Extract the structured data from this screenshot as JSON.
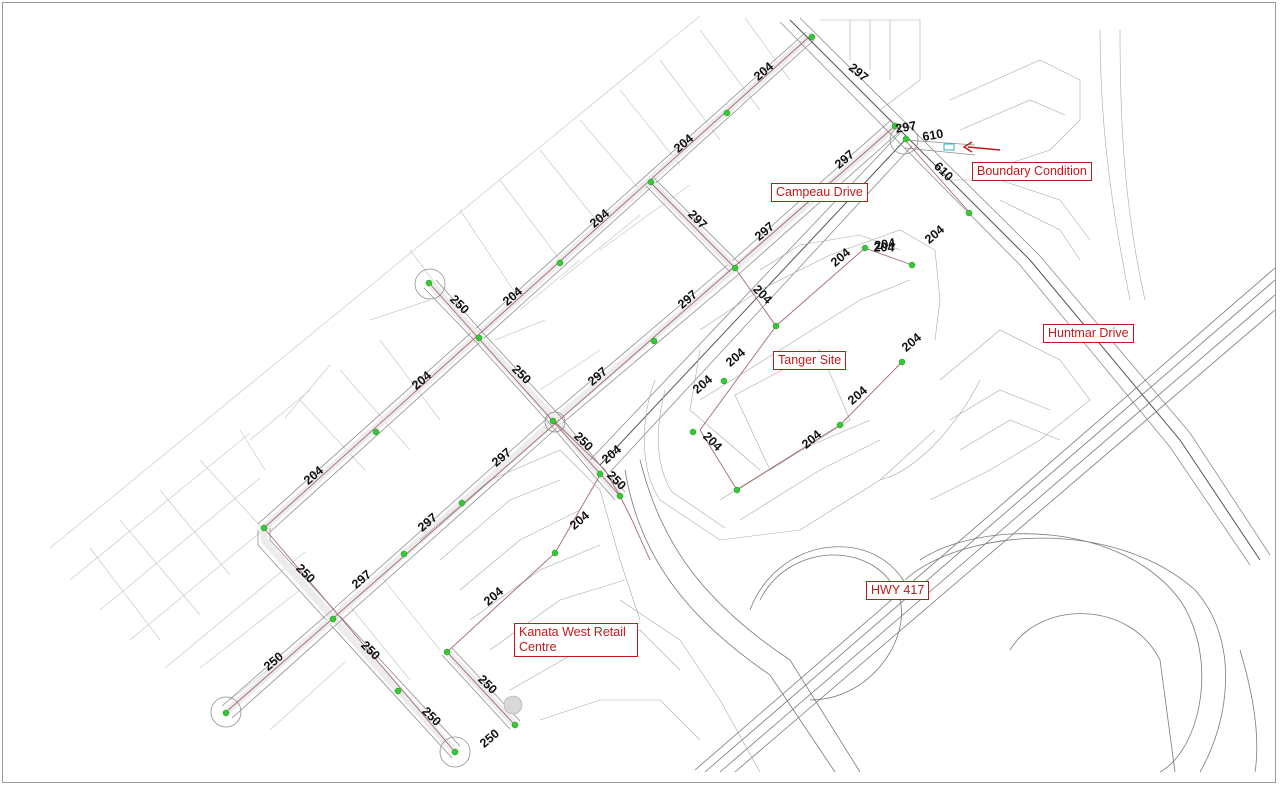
{
  "map": {
    "labels": {
      "boundary_condition": "Boundary Condition",
      "campeau_drive": "Campeau Drive",
      "huntmar_drive": "Huntmar Drive",
      "tanger_site": "Tanger Site",
      "hwy_417": "HWY 417",
      "kanata_west_retail": "Kanata West Retail\nCentre"
    },
    "pipe_sizes": [
      {
        "text": "204"
      },
      {
        "text": "204"
      },
      {
        "text": "204"
      },
      {
        "text": "204"
      },
      {
        "text": "204"
      },
      {
        "text": "204"
      },
      {
        "text": "204"
      },
      {
        "text": "204"
      },
      {
        "text": "204"
      },
      {
        "text": "204"
      },
      {
        "text": "204"
      },
      {
        "text": "204"
      },
      {
        "text": "204"
      },
      {
        "text": "204"
      },
      {
        "text": "204"
      },
      {
        "text": "204"
      },
      {
        "text": "204"
      },
      {
        "text": "204"
      },
      {
        "text": "204"
      },
      {
        "text": "204"
      },
      {
        "text": "250"
      },
      {
        "text": "250"
      },
      {
        "text": "250"
      },
      {
        "text": "250"
      },
      {
        "text": "250"
      },
      {
        "text": "250"
      },
      {
        "text": "250"
      },
      {
        "text": "250"
      },
      {
        "text": "250"
      },
      {
        "text": "250"
      },
      {
        "text": "297"
      },
      {
        "text": "297"
      },
      {
        "text": "297"
      },
      {
        "text": "297"
      },
      {
        "text": "297"
      },
      {
        "text": "297"
      },
      {
        "text": "297"
      },
      {
        "text": "297"
      },
      {
        "text": "297"
      },
      {
        "text": "297"
      },
      {
        "text": "610"
      },
      {
        "text": "610"
      }
    ],
    "colors": {
      "label_border": "#c21a1a",
      "node_fill": "#35c935",
      "pipe": "#a46a6a",
      "arrow": "#c21a1a"
    }
  }
}
